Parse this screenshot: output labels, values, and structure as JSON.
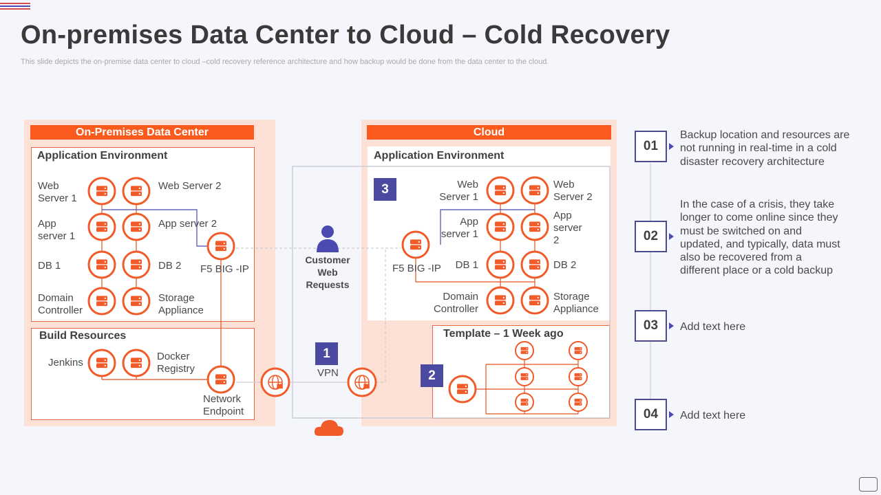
{
  "title": "On-premises Data Center to Cloud – Cold Recovery",
  "subtitle": "This slide depicts the on-premise data center to cloud –cold recovery  reference architecture and how backup would be done from the data center to the cloud.",
  "onprem": {
    "header": "On-Premises Data Center",
    "app_env_title": "Application Environment",
    "labels": {
      "web_server_1": "Web\nServer 1",
      "web_server_2": "Web Server 2",
      "app_server_1": "App\nserver 1",
      "app_server_2": "App server 2",
      "db_1": "DB 1",
      "db_2": "DB 2",
      "domain_controller": "Domain\nController",
      "storage_appliance": "Storage\nAppliance",
      "f5": "F5 BIG -IP"
    },
    "build_title": "Build Resources",
    "build_labels": {
      "jenkins": "Jenkins",
      "docker": "Docker\nRegistry",
      "network_endpoint": "Network\nEndpoint"
    }
  },
  "middle": {
    "customer": "Customer\nWeb\nRequests",
    "vpn_number": "1",
    "vpn_label": "VPN"
  },
  "cloud": {
    "header": "Cloud",
    "app_env_title": "Application Environment",
    "marker_3": "3",
    "labels": {
      "web_server_1": "Web\nServer 1",
      "web_server_2": "Web\nServer 2",
      "app_server_1": "App\nserver 1",
      "app_server_2": "App\nserver\n2",
      "db_1": "DB 1",
      "db_2": "DB 2",
      "domain_controller": "Domain\nController",
      "storage_appliance": "Storage\nAppliance",
      "f5": "F5 BIG -IP"
    },
    "template_title": "Template – 1 Week ago",
    "marker_2": "2"
  },
  "steps": [
    {
      "number": "01",
      "text": "Backup location and resources are not running  in real-time in a cold disaster recovery architecture"
    },
    {
      "number": "02",
      "text": "In the case of a crisis, they take longer to come online since they must be switched on and updated, and typically,  data must also be recovered from a different place or a cold backup"
    },
    {
      "number": "03",
      "text": "Add text here"
    },
    {
      "number": "04",
      "text": "Add text here"
    }
  ],
  "colors": {
    "accent": "#fa5a1e",
    "panel": "#fde0d6",
    "icon": "#f15a29",
    "marker": "#4a4aa0",
    "line_blue": "#4a4ab0",
    "background": "#f4f6fb"
  },
  "icons": {
    "server": "server-icon",
    "globe_lock": "globe-lock-icon",
    "user": "user-icon",
    "cloud": "cloud-icon"
  }
}
